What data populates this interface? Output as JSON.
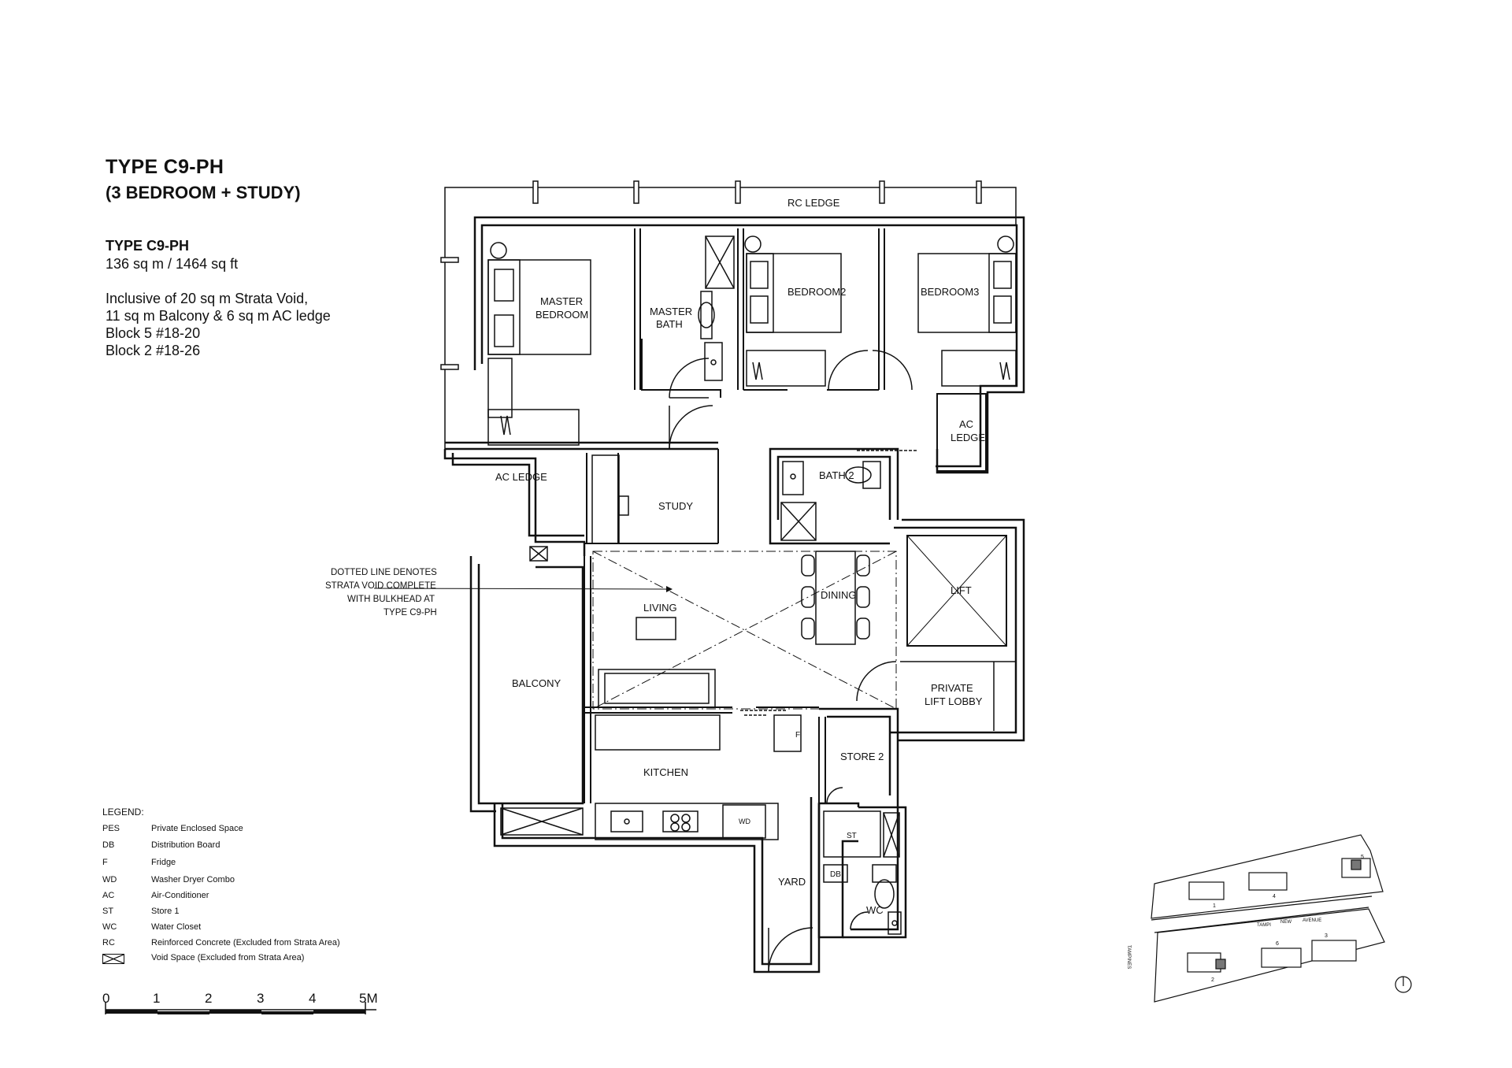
{
  "header": {
    "title": "TYPE  C9-PH",
    "subtitle": "(3 BEDROOM + STUDY)"
  },
  "unit_info": {
    "type_label": "TYPE C9-PH",
    "area": "136 sq m / 1464 sq ft",
    "lines": [
      "Inclusive of 20 sq m Strata Void,",
      "11 sq m Balcony & 6 sq m AC ledge",
      "Block 5 #18-20",
      "Block 2 #18-26"
    ]
  },
  "rooms": {
    "rc_ledge": "RC LEDGE",
    "master_bedroom": [
      "MASTER",
      "BEDROOM"
    ],
    "master_bath": [
      "MASTER",
      "BATH"
    ],
    "bedroom2": "BEDROOM2",
    "bedroom3": "BEDROOM3",
    "ac_ledge_right": [
      "AC",
      "LEDGE"
    ],
    "ac_ledge_left": "AC LEDGE",
    "study": "STUDY",
    "bath2": "BATH 2",
    "lift": "LIFT",
    "dining": "DINING",
    "living": "LIVING",
    "balcony": "BALCONY",
    "private_lift_lobby": [
      "PRIVATE",
      "LIFT LOBBY"
    ],
    "store2": "STORE 2",
    "kitchen": "KITCHEN",
    "yard": "YARD",
    "wc": "WC",
    "st": "ST",
    "db": "DB",
    "f": "F",
    "wd": "WD"
  },
  "annotation": {
    "lines": [
      "DOTTED LINE DENOTES",
      "STRATA VOID COMPLETE",
      "WITH BULKHEAD AT",
      "TYPE C9-PH"
    ]
  },
  "legend": {
    "heading": "LEGEND:",
    "items": [
      {
        "code": "PES",
        "desc": "Private Enclosed Space"
      },
      {
        "code": "DB",
        "desc": "Distribution Board"
      },
      {
        "code": "F",
        "desc": "Fridge"
      },
      {
        "code": "WD",
        "desc": "Washer Dryer Combo"
      },
      {
        "code": "AC",
        "desc": "Air-Conditioner"
      },
      {
        "code": "ST",
        "desc": "Store 1"
      },
      {
        "code": "WC",
        "desc": "Water Closet"
      },
      {
        "code": "RC",
        "desc": "Reinforced Concrete (Excluded from Strata Area)"
      },
      {
        "code": "",
        "desc": "Void Space (Excluded from Strata Area)"
      }
    ]
  },
  "scale_bar": {
    "labels": [
      "0",
      "1",
      "2",
      "3",
      "4",
      "5M"
    ]
  },
  "key_plan": {
    "road_top": [
      "TAMPI",
      "NEW",
      "AVENUE"
    ],
    "road_side": "TAMPINES",
    "block_labels": [
      "1",
      "2",
      "3",
      "4",
      "5",
      "6"
    ],
    "highlighted_blocks": [
      "5",
      "2"
    ]
  }
}
